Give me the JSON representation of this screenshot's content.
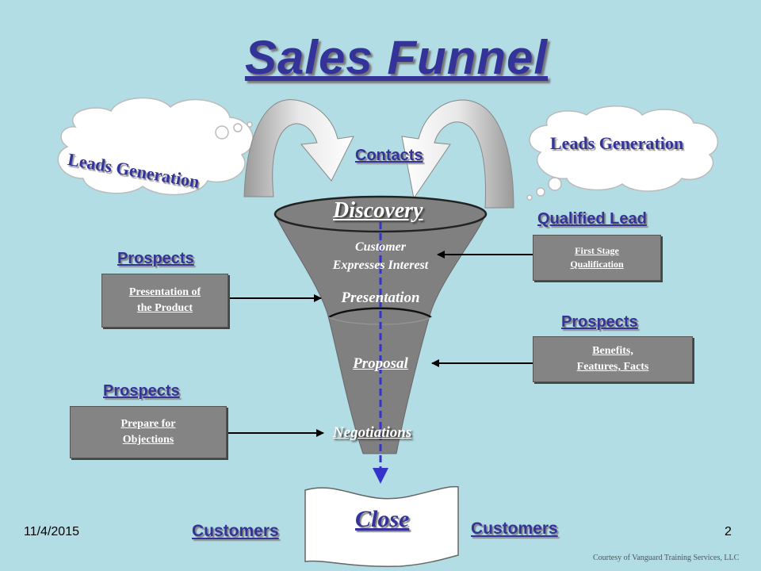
{
  "title": "Sales Funnel",
  "clouds": {
    "left": "Leads Generation",
    "right": "Leads Generation"
  },
  "contacts": "Contacts",
  "funnel": {
    "discovery": "Discovery",
    "interest_line1": "Customer",
    "interest_line2": "Expresses Interest",
    "presentation": "Presentation",
    "proposal": "Proposal",
    "negotiations": "Negotiations"
  },
  "qualified_lead": {
    "label": "Qualified Lead",
    "box_line1": "First Stage",
    "box_line2": "Qualification"
  },
  "prospects_presentation": {
    "label": "Prospects",
    "box_line1": "Presentation of",
    "box_line2": "the Product"
  },
  "prospects_benefits": {
    "label": "Prospects",
    "box_line1": "Benefits,",
    "box_line2": "Features, Facts"
  },
  "prospects_objections": {
    "label": "Prospects",
    "box_line1": "Prepare for",
    "box_line2": "Objections"
  },
  "close": "Close",
  "customers_left": "Customers",
  "customers_right": "Customers",
  "footer": {
    "date": "11/4/2015",
    "page": "2",
    "credit": "Courtesy of Vanguard Training Services, LLC"
  },
  "colors": {
    "background": "#b2dde5",
    "accent": "#33339a",
    "funnel": "#808080",
    "box": "#848484"
  }
}
